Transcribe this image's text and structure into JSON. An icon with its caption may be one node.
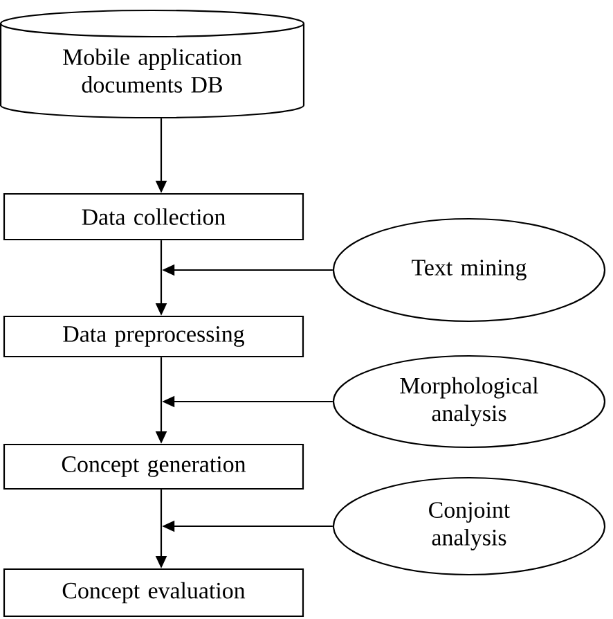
{
  "diagram": {
    "nodes": [
      {
        "text": [
          "Mobile application documents DB"
        ]
      },
      {
        "text": [
          "Data collection"
        ]
      },
      {
        "text": [
          "Text mining"
        ]
      },
      {
        "text": [
          "Data preprocessing"
        ]
      },
      {
        "text": [
          "Morphological analysis"
        ]
      },
      {
        "text": [
          "Concept generation"
        ]
      },
      {
        "text": [
          "Conjoint analysis"
        ]
      },
      {
        "text": [
          "Concept evaluation"
        ]
      }
    ],
    "edges": [
      {
        "from": 0,
        "to": 1,
        "arrow": "to"
      },
      {
        "from": 1,
        "to": 3,
        "arrow": "to"
      },
      {
        "from": 2,
        "to": null,
        "arrow": "to"
      },
      {
        "from": 3,
        "to": 5,
        "arrow": "to"
      },
      {
        "from": 4,
        "to": null,
        "arrow": "to"
      },
      {
        "from": 5,
        "to": 7,
        "arrow": "to"
      },
      {
        "from": 6,
        "to": null,
        "arrow": "to"
      }
    ]
  }
}
